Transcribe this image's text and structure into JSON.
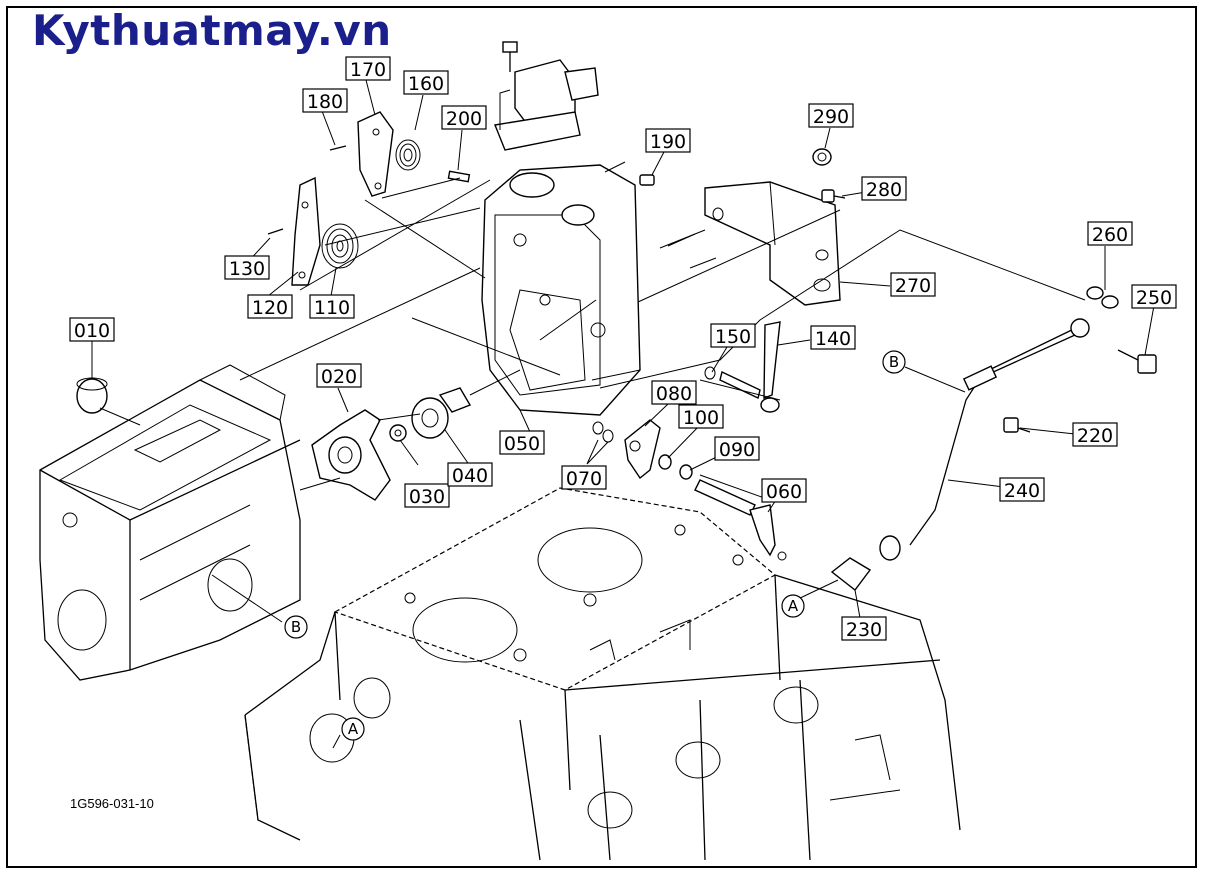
{
  "brand": "Kythuatmay.vn",
  "drawing_code": "1G596-031-10",
  "part_labels": [
    {
      "id": "p010",
      "text": "010"
    },
    {
      "id": "p020",
      "text": "020"
    },
    {
      "id": "p030",
      "text": "030"
    },
    {
      "id": "p040",
      "text": "040"
    },
    {
      "id": "p050",
      "text": "050"
    },
    {
      "id": "p060",
      "text": "060"
    },
    {
      "id": "p070",
      "text": "070"
    },
    {
      "id": "p080",
      "text": "080"
    },
    {
      "id": "p090",
      "text": "090"
    },
    {
      "id": "p100",
      "text": "100"
    },
    {
      "id": "p110",
      "text": "110"
    },
    {
      "id": "p120",
      "text": "120"
    },
    {
      "id": "p130",
      "text": "130"
    },
    {
      "id": "p140",
      "text": "140"
    },
    {
      "id": "p150",
      "text": "150"
    },
    {
      "id": "p160",
      "text": "160"
    },
    {
      "id": "p170",
      "text": "170"
    },
    {
      "id": "p180",
      "text": "180"
    },
    {
      "id": "p190",
      "text": "190"
    },
    {
      "id": "p200",
      "text": "200"
    },
    {
      "id": "p220",
      "text": "220"
    },
    {
      "id": "p230",
      "text": "230"
    },
    {
      "id": "p240",
      "text": "240"
    },
    {
      "id": "p250",
      "text": "250"
    },
    {
      "id": "p260",
      "text": "260"
    },
    {
      "id": "p270",
      "text": "270"
    },
    {
      "id": "p280",
      "text": "280"
    },
    {
      "id": "p290",
      "text": "290"
    }
  ],
  "ref_markers": [
    {
      "id": "refA1",
      "text": "A"
    },
    {
      "id": "refA2",
      "text": "A"
    },
    {
      "id": "refB1",
      "text": "B"
    },
    {
      "id": "refB2",
      "text": "B"
    }
  ]
}
